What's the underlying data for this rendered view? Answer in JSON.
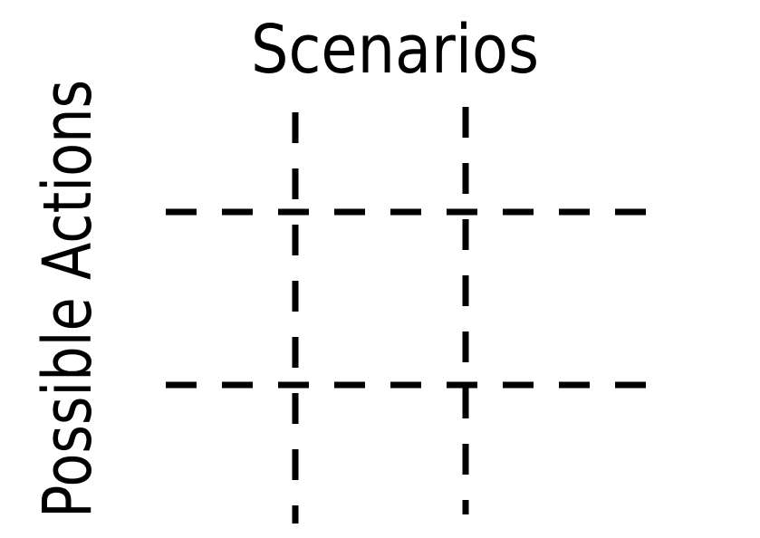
{
  "diagram": {
    "column_axis_label": "Scenarios",
    "row_axis_label": "Possible Actions",
    "columns": 3,
    "rows": 3,
    "line_style": "dashed",
    "line_color": "#000000",
    "background_color": "#ffffff"
  }
}
